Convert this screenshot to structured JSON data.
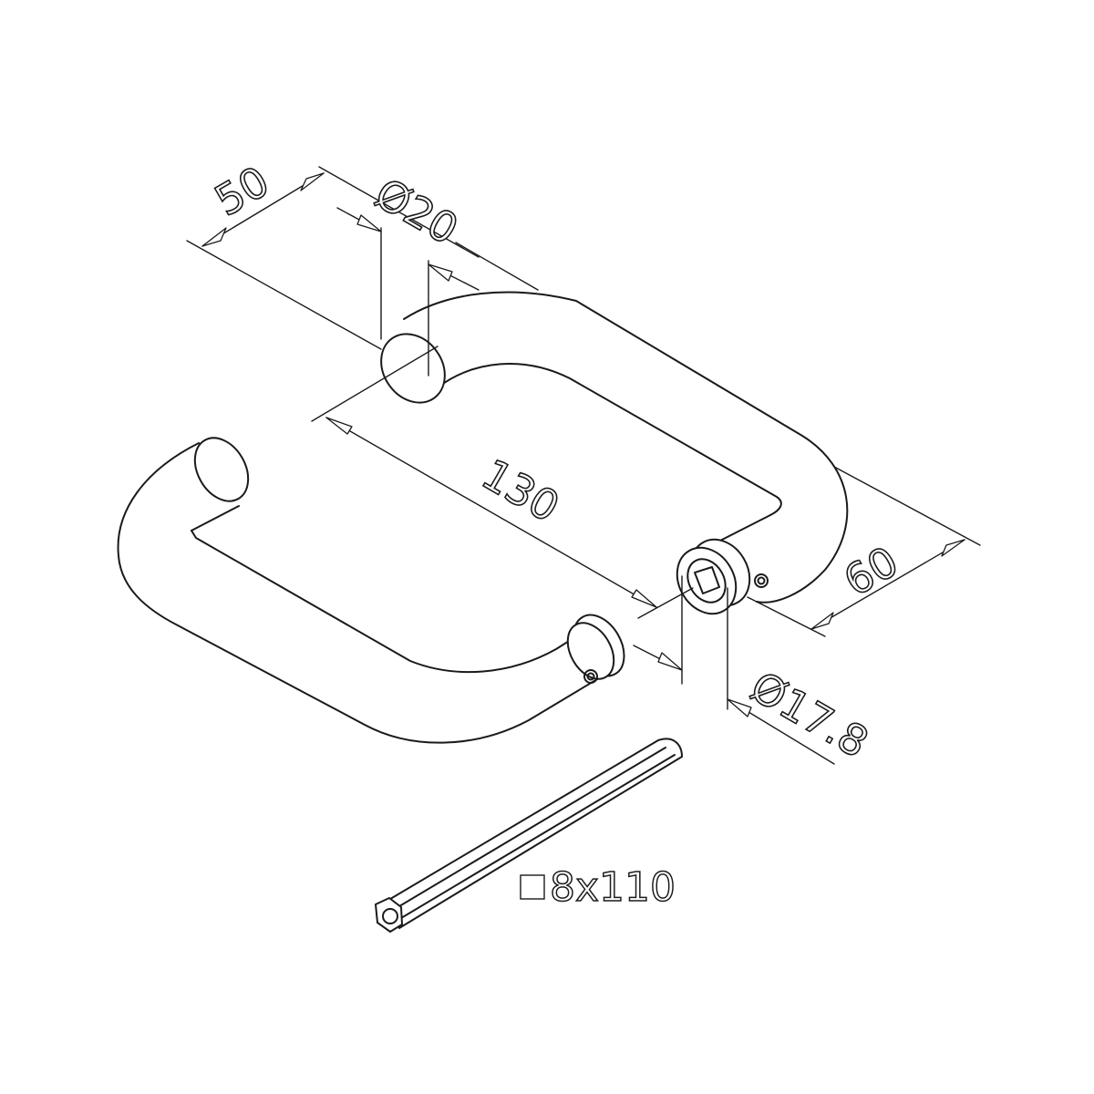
{
  "dimensions": {
    "length_50": "50",
    "diameter_20": "Ø20",
    "span_130": "130",
    "depth_60": "60",
    "diameter_17_8": "Ø17.8",
    "spindle": "8x110"
  }
}
